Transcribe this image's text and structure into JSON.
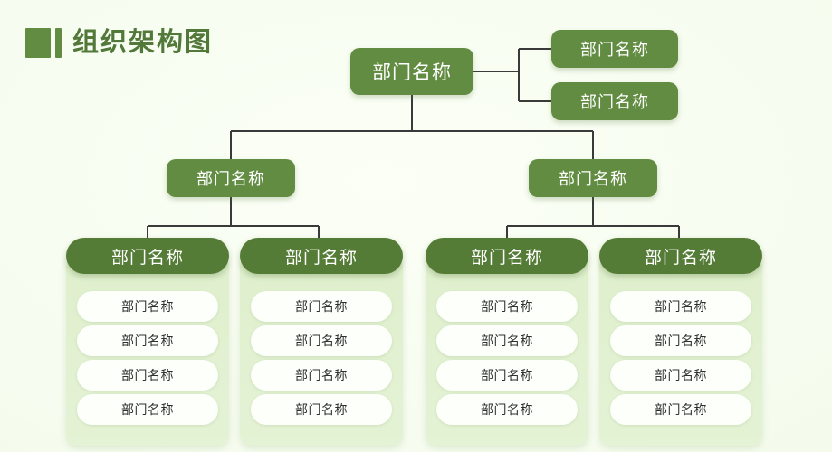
{
  "page": {
    "title": "组织架构图",
    "background_color": "#f6fcee",
    "accent_color": "#628c41",
    "title_color": "#52783a",
    "card_color": "#dff0cd",
    "card_header_color": "#557c37",
    "item_color": "#fdfffa",
    "line_color": "#3a3a3a"
  },
  "chart_data": {
    "type": "diagram",
    "diagram_kind": "organization-chart",
    "title": "组织架构图",
    "nodes": [
      {
        "id": "root",
        "label": "部门名称",
        "level": 1
      },
      {
        "id": "aside1",
        "label": "部门名称",
        "level": 2
      },
      {
        "id": "aside2",
        "label": "部门名称",
        "level": 2
      },
      {
        "id": "lvl2a",
        "label": "部门名称",
        "level": 2
      },
      {
        "id": "lvl2b",
        "label": "部门名称",
        "level": 2
      },
      {
        "id": "card1",
        "label": "部门名称",
        "level": 3
      },
      {
        "id": "card2",
        "label": "部门名称",
        "level": 3
      },
      {
        "id": "card3",
        "label": "部门名称",
        "level": 3
      },
      {
        "id": "card4",
        "label": "部门名称",
        "level": 3
      }
    ],
    "edges": [
      {
        "from": "root",
        "to": "aside1"
      },
      {
        "from": "root",
        "to": "aside2"
      },
      {
        "from": "root",
        "to": "lvl2a"
      },
      {
        "from": "root",
        "to": "lvl2b"
      },
      {
        "from": "lvl2a",
        "to": "card1"
      },
      {
        "from": "lvl2a",
        "to": "card2"
      },
      {
        "from": "lvl2b",
        "to": "card3"
      },
      {
        "from": "lvl2b",
        "to": "card4"
      }
    ]
  },
  "nodes": {
    "root": {
      "label": "部门名称"
    },
    "aside_1": {
      "label": "部门名称"
    },
    "aside_2": {
      "label": "部门名称"
    },
    "lvl2_a": {
      "label": "部门名称"
    },
    "lvl2_b": {
      "label": "部门名称"
    }
  },
  "cards": [
    {
      "header": "部门名称",
      "items": [
        "部门名称",
        "部门名称",
        "部门名称",
        "部门名称"
      ]
    },
    {
      "header": "部门名称",
      "items": [
        "部门名称",
        "部门名称",
        "部门名称",
        "部门名称"
      ]
    },
    {
      "header": "部门名称",
      "items": [
        "部门名称",
        "部门名称",
        "部门名称",
        "部门名称"
      ]
    },
    {
      "header": "部门名称",
      "items": [
        "部门名称",
        "部门名称",
        "部门名称",
        "部门名称"
      ]
    }
  ]
}
